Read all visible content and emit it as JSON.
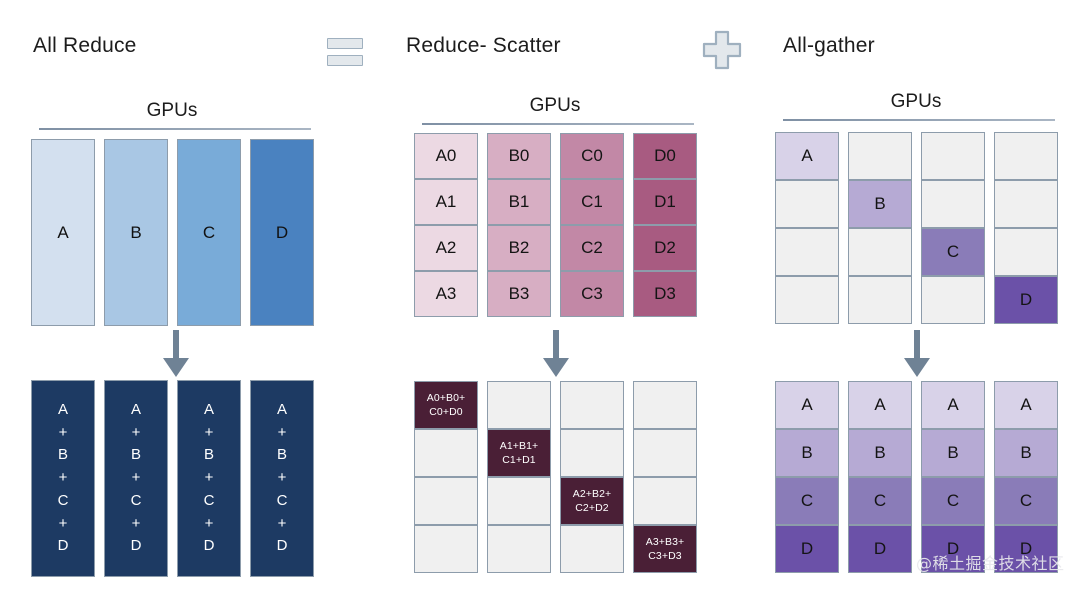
{
  "palette": {
    "empty_cell": "#f0f0f0",
    "cell_border": "#8d9cab",
    "rule": "#8294a8",
    "arrow": "#6f8295",
    "op_glyph_fill": "#e3e8ec",
    "op_glyph_border": "#9fb0bf",
    "blue": [
      "#d3e0ef",
      "#a9c7e4",
      "#79abd8",
      "#4a82c0"
    ],
    "blue_result": "#1d3a63",
    "pink": [
      "#ecd9e3",
      "#d7aec3",
      "#c288a6",
      "#a85b81"
    ],
    "pink_result": "#4a1f36",
    "purple": [
      "#d8d2e8",
      "#b6aad4",
      "#8a7cb8",
      "#6b51a8"
    ]
  },
  "sections": {
    "all_reduce": {
      "title": "All Reduce",
      "gpus_label": "GPUs",
      "input_bars": [
        {
          "label": "A",
          "color": "#d3e0ef"
        },
        {
          "label": "B",
          "color": "#a9c7e4"
        },
        {
          "label": "C",
          "color": "#79abd8"
        },
        {
          "label": "D",
          "color": "#4a82c0"
        }
      ],
      "output_bar_lines": [
        "A",
        "+",
        "B",
        "+",
        "C",
        "+",
        "D"
      ],
      "output_bar_count": 4,
      "output_color": "#1d3a63"
    },
    "reduce_scatter": {
      "title": "Reduce- Scatter",
      "gpus_label": "GPUs",
      "input_columns": [
        {
          "color": "#ecd9e3",
          "cells": [
            "A0",
            "A1",
            "A2",
            "A3"
          ]
        },
        {
          "color": "#d7aec3",
          "cells": [
            "B0",
            "B1",
            "B2",
            "B3"
          ]
        },
        {
          "color": "#c288a6",
          "cells": [
            "C0",
            "C1",
            "C2",
            "C3"
          ]
        },
        {
          "color": "#a85b81",
          "cells": [
            "D0",
            "D1",
            "D2",
            "D3"
          ]
        }
      ],
      "output_diagonal": [
        {
          "row": 0,
          "line1": "A0+B0+",
          "line2": "C0+D0"
        },
        {
          "row": 1,
          "line1": "A1+B1+",
          "line2": "C1+D1"
        },
        {
          "row": 2,
          "line1": "A2+B2+",
          "line2": "C2+D2"
        },
        {
          "row": 3,
          "line1": "A3+B3+",
          "line2": "C3+D3"
        }
      ],
      "output_color": "#4a1f36"
    },
    "all_gather": {
      "title": "All-gather",
      "gpus_label": "GPUs",
      "input_diagonal": [
        {
          "row": 0,
          "label": "A",
          "color": "#d8d2e8"
        },
        {
          "row": 1,
          "label": "B",
          "color": "#b6aad4"
        },
        {
          "row": 2,
          "label": "C",
          "color": "#8a7cb8"
        },
        {
          "row": 3,
          "label": "D",
          "color": "#6b51a8"
        }
      ],
      "output_rows": [
        {
          "label": "A",
          "color": "#d8d2e8"
        },
        {
          "label": "B",
          "color": "#b6aad4"
        },
        {
          "label": "C",
          "color": "#8a7cb8"
        },
        {
          "label": "D",
          "color": "#6b51a8"
        }
      ],
      "output_column_count": 4
    }
  },
  "operators": [
    {
      "name": "equals-icon",
      "glyph": "="
    },
    {
      "name": "plus-icon",
      "glyph": "+"
    }
  ],
  "watermark": "@稀土掘金技术社区"
}
